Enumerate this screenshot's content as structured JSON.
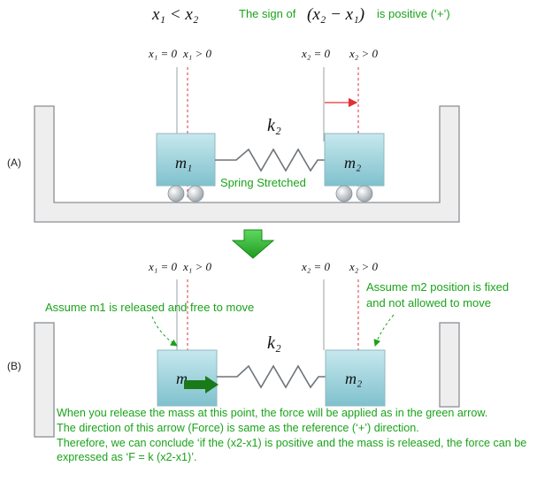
{
  "header": {
    "math_condition": "x₁ < x₂",
    "sign_text_prefix": "The sign of",
    "sign_expr": "(x₂ − x₁)",
    "sign_text_suffix": "is positive (‘+’)"
  },
  "panel_a": {
    "label": "(A)",
    "x1_zero": "x₁ = 0",
    "x1_pos": "x₁ > 0",
    "x2_zero": "x₂ = 0",
    "x2_pos": "x₂ > 0",
    "spring_label": "k₂",
    "mass1_label": "m₁",
    "mass2_label": "m₂",
    "spring_state": "Spring Stretched"
  },
  "panel_b": {
    "label": "(B)",
    "x1_zero": "x₁ = 0",
    "x1_pos": "x₁ > 0",
    "x2_zero": "x₂ = 0",
    "x2_pos": "x₂ > 0",
    "spring_label": "k₂",
    "mass1_label": "m₁",
    "mass2_label": "m₂",
    "note_m1": "Assume m1 is released and free to move",
    "note_m2_line1": "Assume m2 position is fixed",
    "note_m2_line2": "and not allowed to move"
  },
  "explanation": {
    "line1": "When you release the mass at this point, the force will be applied as in the green arrow.",
    "line2": "The direction of this arrow (Force) is same as the reference (‘+’) direction.",
    "line3": "Therefore, we can conclude ‘if the (x2-x1)  is positive and the mass is released, the force can be expressed as ‘F = k (x2-x1)’."
  },
  "colors": {
    "green_text": "#1aa31a",
    "container_fill": "#eeeeee",
    "container_stroke": "#8a8f94",
    "mass_fill": "#a9d7df",
    "reference_line": "#e0303a",
    "force_arrow": "#1a7a1a"
  }
}
